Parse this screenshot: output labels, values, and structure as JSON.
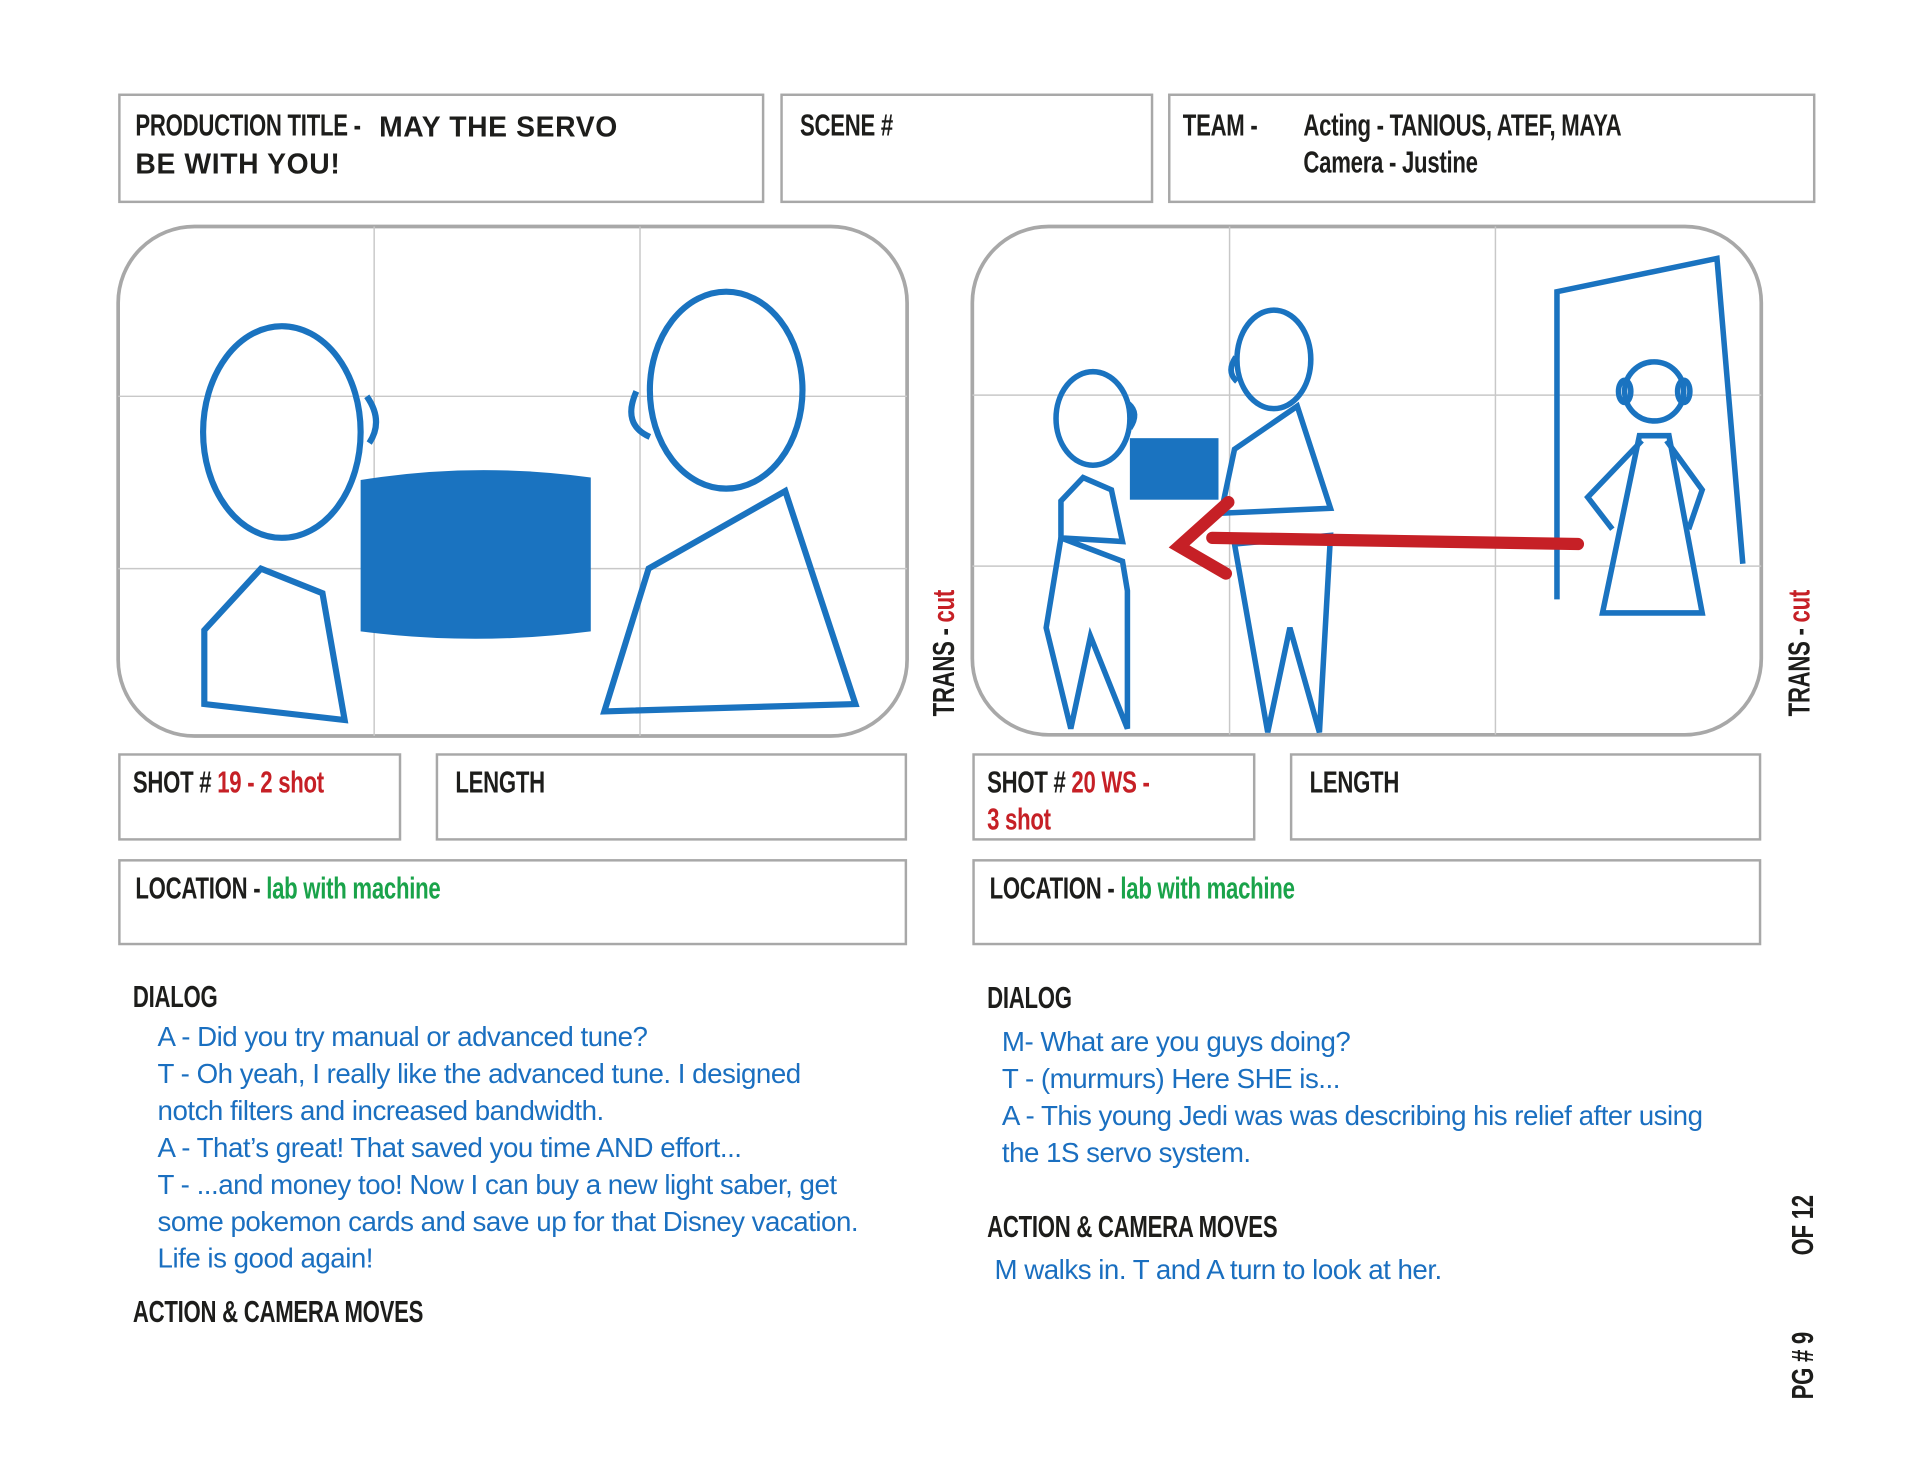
{
  "header": {
    "production_title_label": "PRODUCTION TITLE - ",
    "production_title_line1": "MAY THE SERVO",
    "production_title_line2": "BE WITH YOU!",
    "scene_label": "SCENE #",
    "team_label": "TEAM -",
    "team_acting": "Acting - TANIOUS, ATEF, MAYA",
    "team_camera": "Camera - Justine"
  },
  "panels": [
    {
      "transition_label": "TRANS - ",
      "transition_value": "cut",
      "shot_label": "SHOT # ",
      "shot_value_line1": "19 - 2 shot",
      "shot_value_line2": "",
      "length_label": "LENGTH",
      "location_label": "LOCATION - ",
      "location_value": "lab with machine",
      "dialog_heading": "DIALOG",
      "dialog_lines": [
        "A - Did you try manual or advanced tune?",
        "T - Oh yeah, I really like the advanced tune.  I designed",
        "notch filters and increased bandwidth.",
        "A - That’s great!  That saved you time AND effort...",
        "T - ...and money too!  Now I can buy a new light saber, get",
        "some pokemon cards and save up for that Disney vacation.",
        "Life is good again!"
      ],
      "action_heading": "ACTION & CAMERA MOVES",
      "action_text": ""
    },
    {
      "transition_label": "TRANS - ",
      "transition_value": "cut",
      "shot_label": "SHOT # ",
      "shot_value_line1": "20  WS -",
      "shot_value_line2": "3 shot",
      "length_label": "LENGTH",
      "location_label": "LOCATION - ",
      "location_value": "lab with machine",
      "dialog_heading": "DIALOG",
      "dialog_lines": [
        "M- What are you guys doing?",
        "T - (murmurs) Here SHE is...",
        "A - This young Jedi was was describing his relief after using",
        "the 1S servo system."
      ],
      "action_heading": "ACTION & CAMERA MOVES",
      "action_text": "M walks in.  T and A turn to look at her."
    }
  ],
  "footer": {
    "of_total": "OF 12",
    "page_number": "PG # 9"
  },
  "colors": {
    "sketch_blue": "#1a73c0",
    "arrow_red": "#c62026",
    "value_red": "#c62026",
    "value_green": "#1aa34a",
    "border_gray": "#a8a8a8"
  }
}
